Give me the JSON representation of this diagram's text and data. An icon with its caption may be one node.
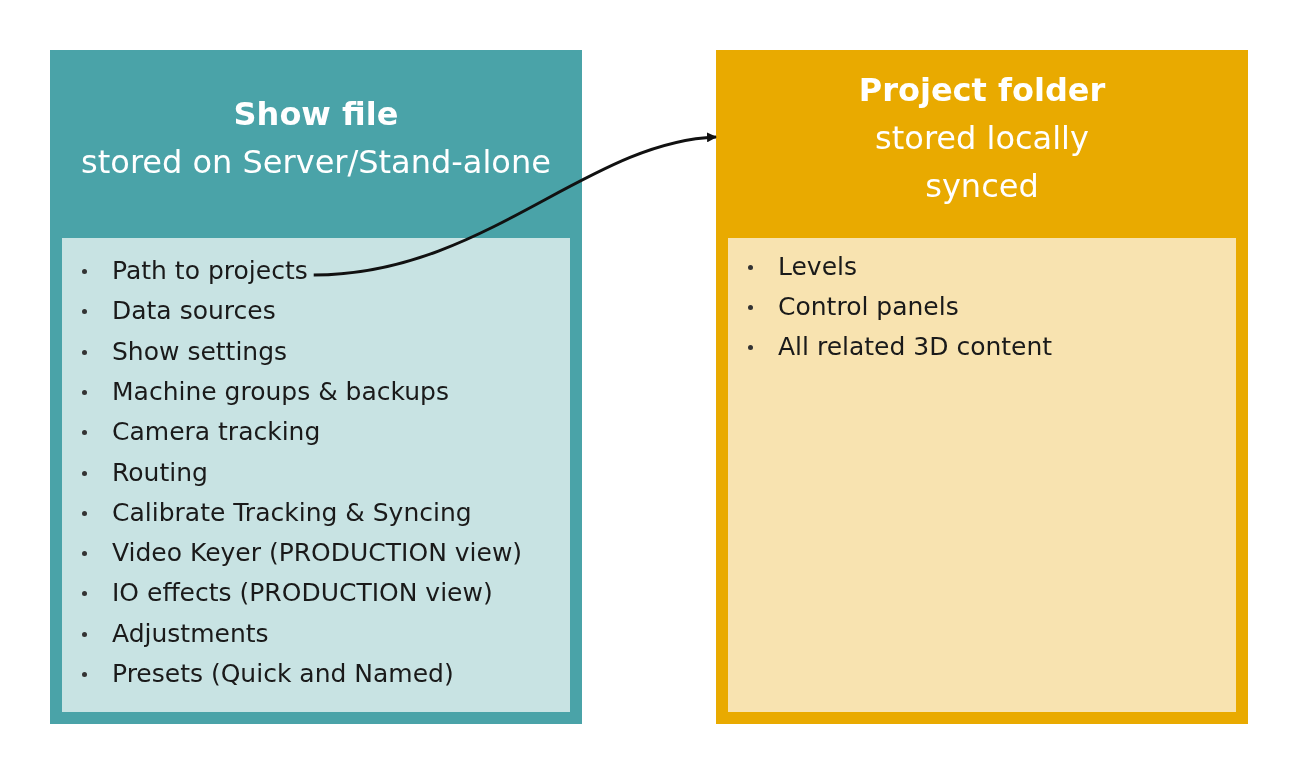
{
  "diagram": {
    "nodes": [
      {
        "text": [
          "Show file",
          "stored on Server/Stand-alone"
        ]
      },
      {
        "text": [],
        "shape": "box",
        "in": 0
      },
      {
        "text": [
          "Path to projects"
        ],
        "in": 1
      },
      {
        "text": [
          "Data sources"
        ],
        "in": 1
      },
      {
        "text": [
          "Show settings"
        ],
        "in": 1
      },
      {
        "text": [
          "Machine groups & backups"
        ],
        "in": 1
      },
      {
        "text": [
          "Camera tracking"
        ],
        "in": 1
      },
      {
        "text": [
          "Routing"
        ],
        "in": 1
      },
      {
        "text": [
          "Calibrate Tracking & Syncing"
        ],
        "in": 1
      },
      {
        "text": [
          "Video Keyer (PRODUCTION view)"
        ],
        "in": 1
      },
      {
        "text": [
          "IO effects (PRODUCTION view)"
        ],
        "in": 1
      },
      {
        "text": [
          "Adjustments"
        ],
        "in": 1
      },
      {
        "text": [
          "Presets (Quick and Named)"
        ],
        "in": 1
      },
      {
        "text": [
          "Project folder",
          "stored locally",
          "synced"
        ]
      },
      {
        "text": [
          "Levels",
          "Control panels",
          "All related 3D content"
        ],
        "in": 13
      }
    ],
    "edges": [
      {
        "from": 2,
        "to": 13,
        "arrow": "to"
      }
    ]
  }
}
